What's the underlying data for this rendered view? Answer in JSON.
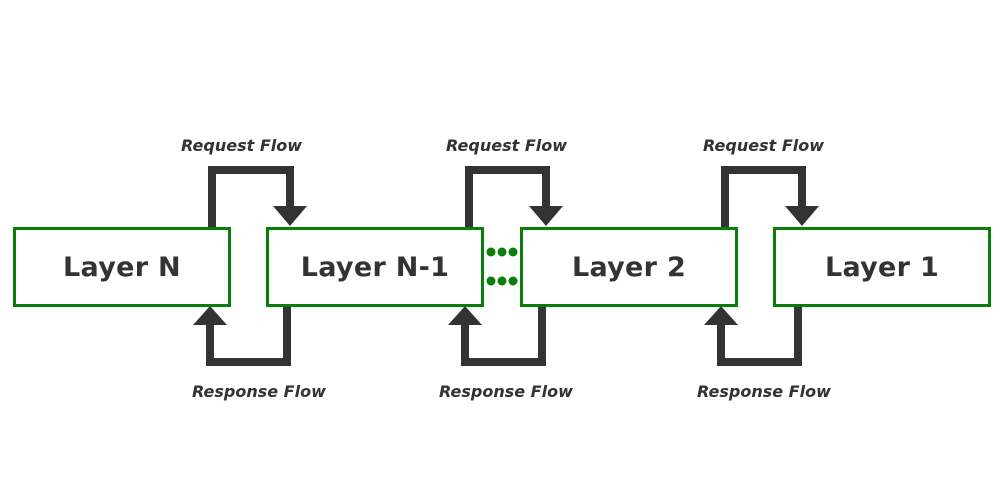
{
  "layers": [
    {
      "label": "Layer N"
    },
    {
      "label": "Layer N-1"
    },
    {
      "label": "Layer 2"
    },
    {
      "label": "Layer 1"
    }
  ],
  "flows": {
    "request_label": "Request Flow",
    "response_label": "Response Flow"
  },
  "colors": {
    "box_border": "#0b7d0b",
    "arrow": "#333333",
    "text": "#333333",
    "ellipsis_dots": "#0b7d0b"
  },
  "ellipsis": "..."
}
